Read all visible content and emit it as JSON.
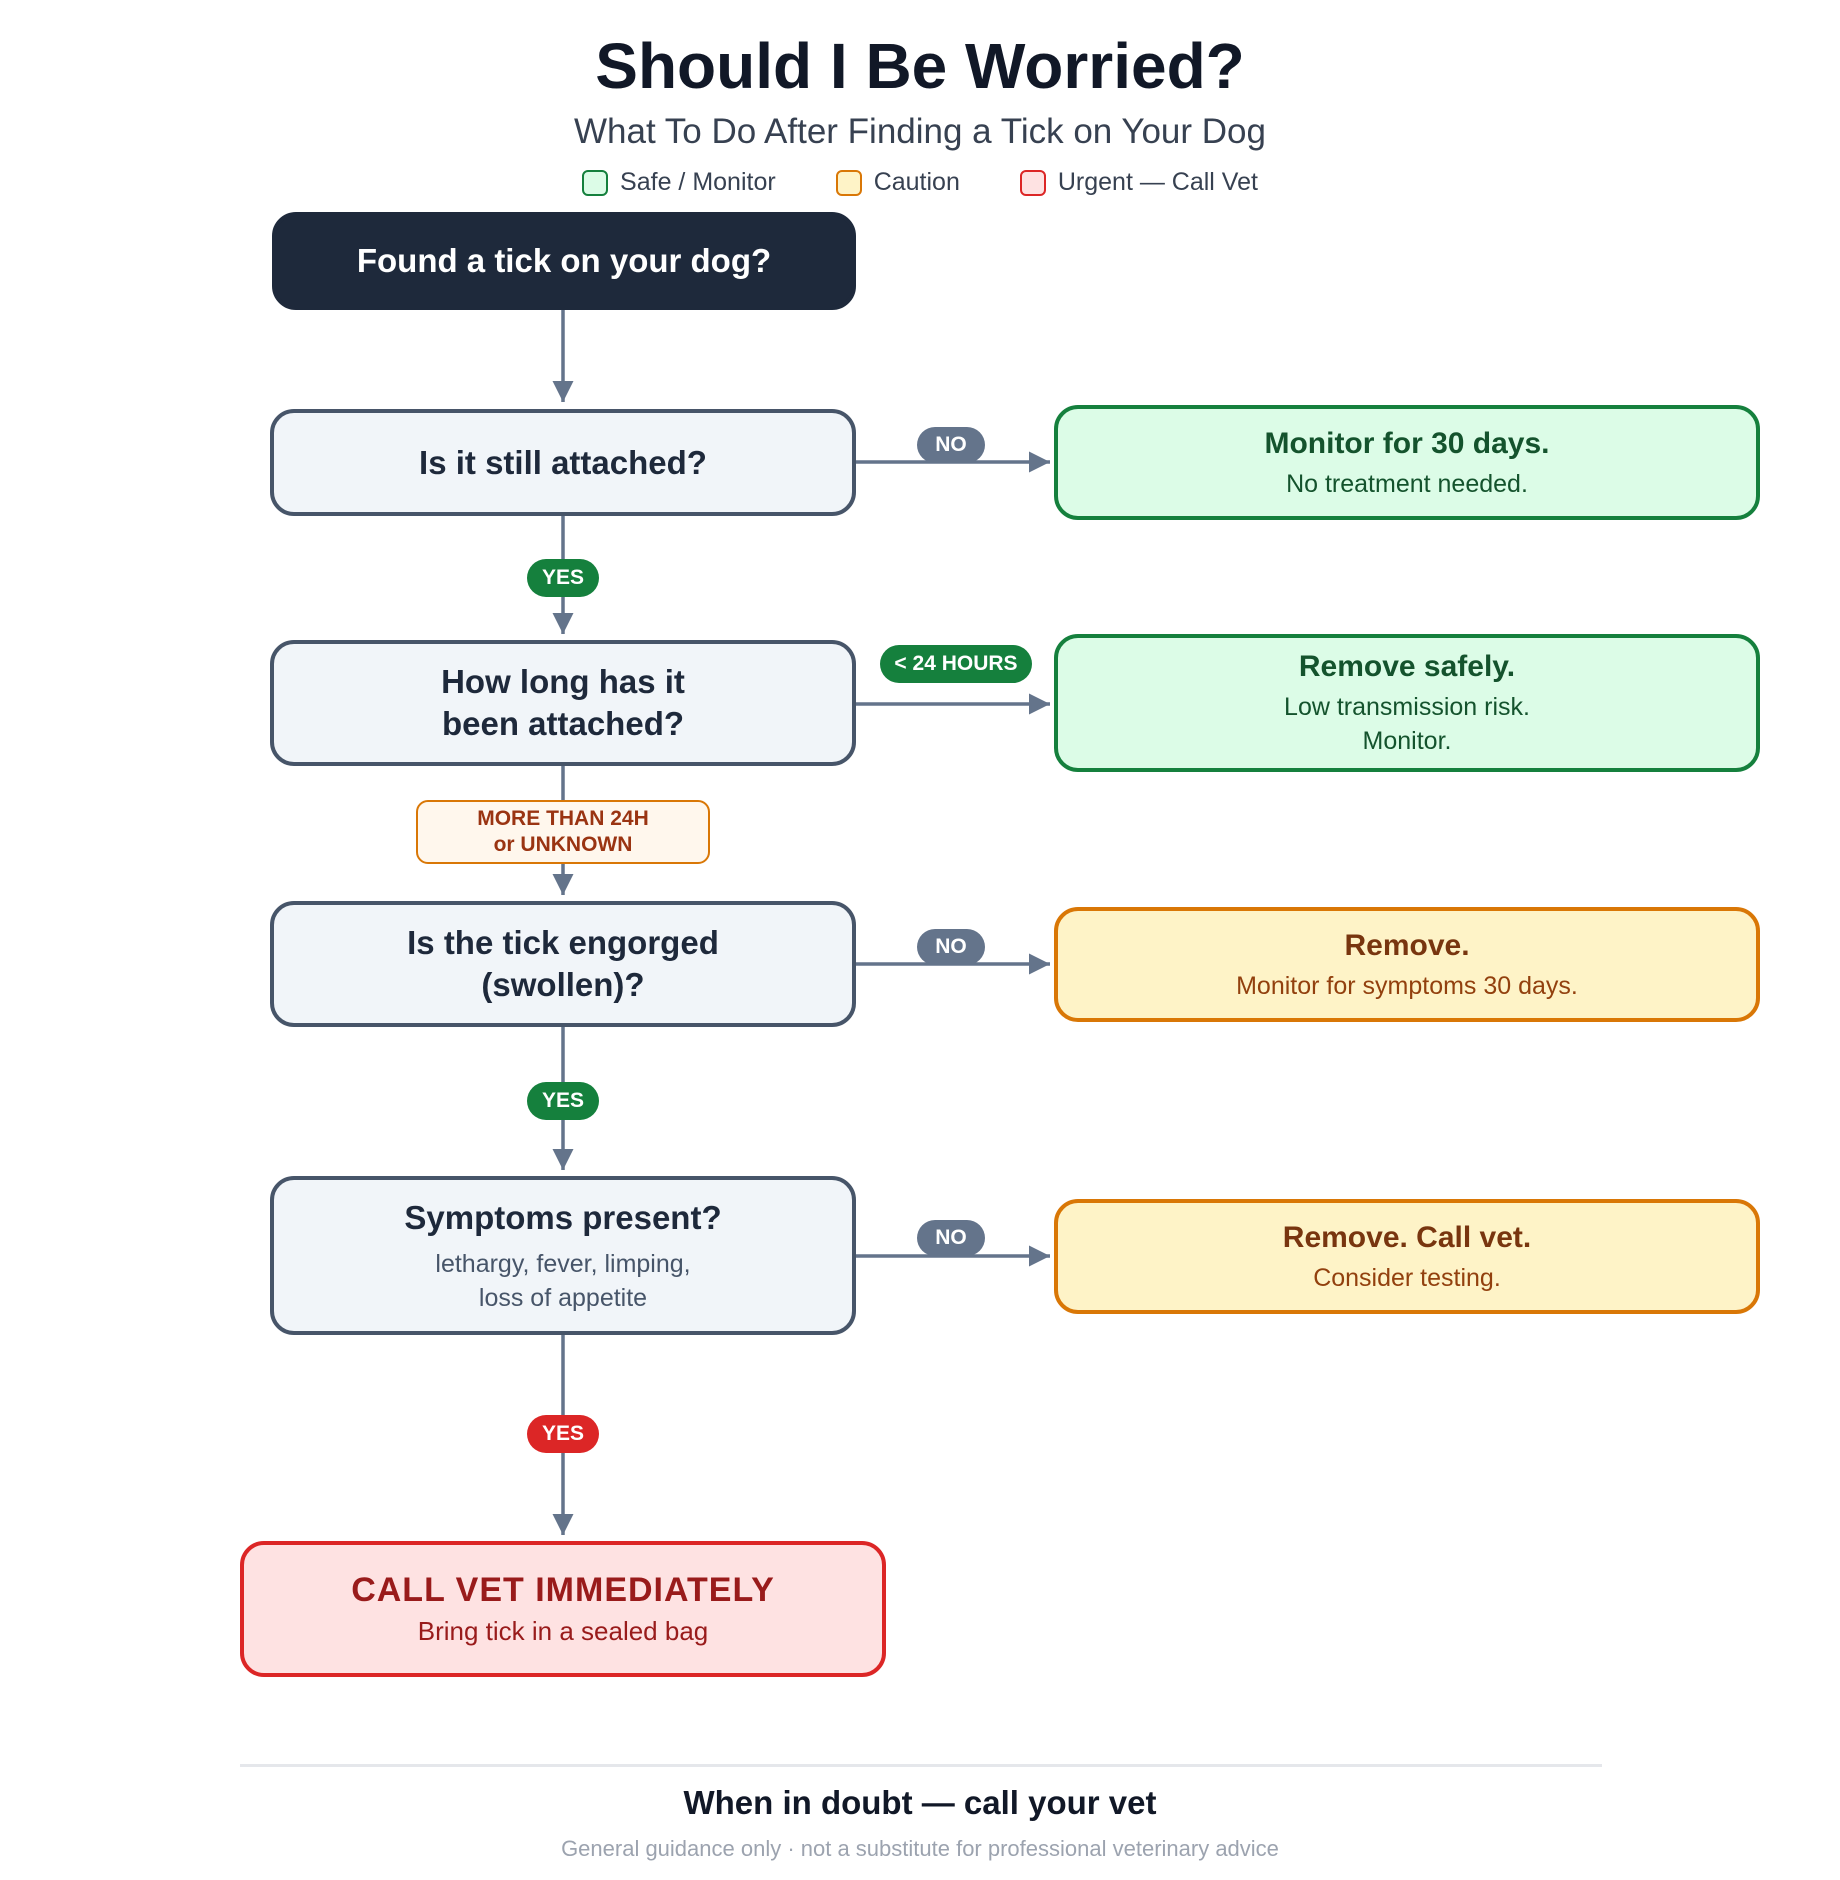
{
  "header": {
    "title": "Should I Be Worried?",
    "subtitle": "What To Do After Finding a Tick on Your Dog"
  },
  "legend": [
    {
      "label": "Safe / Monitor",
      "fill": "#dcfce7",
      "stroke": "#15803d"
    },
    {
      "label": "Caution",
      "fill": "#fef3c7",
      "stroke": "#d97706"
    },
    {
      "label": "Urgent — Call Vet",
      "fill": "#fee2e2",
      "stroke": "#dc2626"
    }
  ],
  "nodes": {
    "start": {
      "title": "Found a tick on your dog?"
    },
    "q1": {
      "title": "Is it still attached?"
    },
    "q2": {
      "title": "How long has it\nbeen attached?"
    },
    "q3": {
      "title": "Is the tick engorged\n(swollen)?"
    },
    "q4": {
      "title": "Symptoms present?",
      "sub": "lethargy, fever, limping,\nloss of appetite"
    },
    "o1": {
      "title": "Monitor for 30 days.",
      "sub": "No treatment needed."
    },
    "o2": {
      "title": "Remove safely.",
      "sub": "Low transmission risk.\nMonitor."
    },
    "o3": {
      "title": "Remove.",
      "sub": "Monitor for symptoms 30 days."
    },
    "o4": {
      "title": "Remove. Call vet.",
      "sub": "Consider testing."
    },
    "end": {
      "title": "CALL VET IMMEDIATELY",
      "sub": "Bring tick in a sealed bag"
    }
  },
  "edge_labels": {
    "q1_no": "NO",
    "q1_yes": "YES",
    "q2_short": "< 24 HOURS",
    "q2_long": "MORE THAN 24H\nor UNKNOWN",
    "q3_no": "NO",
    "q3_yes": "YES",
    "q4_no": "NO",
    "q4_yes": "YES"
  },
  "colors": {
    "connector": "#64748b",
    "safe": "#15803d",
    "caution": "#d97706",
    "urgent": "#dc2626",
    "start": "#1e293b"
  },
  "footer": {
    "main": "When in doubt — call your vet",
    "note": "General guidance only · not a substitute for professional veterinary advice"
  }
}
